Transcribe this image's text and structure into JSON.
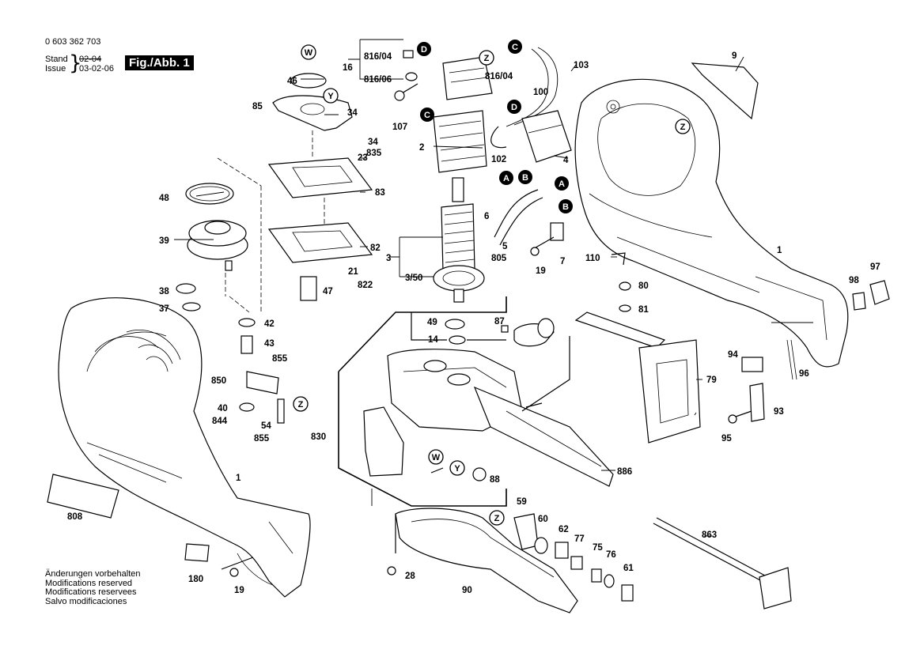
{
  "header": {
    "part_number": "0 603 362 703",
    "stand_label": "Stand",
    "issue_label": "Issue",
    "old_date": "02-04",
    "date": "03-02-06",
    "figure_label": "Fig./Abb. 1"
  },
  "notes": [
    "Änderungen vorbehalten",
    "Modifications reserved",
    "Modifications reservees",
    "Salvo modificaciones"
  ],
  "callouts": {
    "p1a": "1",
    "p1b": "1",
    "p2": "2",
    "p3": "3",
    "p3_50": "3/50",
    "p4": "4",
    "p5": "5",
    "p6": "6",
    "p7": "7",
    "p9": "9",
    "p14": "14",
    "p16": "16",
    "p19a": "19",
    "p19b": "19",
    "p21": "21",
    "p23": "23",
    "p28": "28",
    "p34a": "34",
    "p34b": "34",
    "p37": "37",
    "p38": "38",
    "p39": "39",
    "p40": "40",
    "p42": "42",
    "p43": "43",
    "p46": "46",
    "p47": "47",
    "p48": "48",
    "p49": "49",
    "p54": "54",
    "p59": "59",
    "p60": "60",
    "p61": "61",
    "p62": "62",
    "p75": "75",
    "p76": "76",
    "p77": "77",
    "p79": "79",
    "p80": "80",
    "p81": "81",
    "p82": "82",
    "p83": "83",
    "p85": "85",
    "p87": "87",
    "p88": "88",
    "p90": "90",
    "p93": "93",
    "p94": "94",
    "p95": "95",
    "p96": "96",
    "p97": "97",
    "p98": "98",
    "p100": "100",
    "p102": "102",
    "p103": "103",
    "p107": "107",
    "p110": "110",
    "p180": "180",
    "p805": "805",
    "p808": "808",
    "p816_04a": "816/04",
    "p816_04b": "816/04",
    "p816_06": "816/06",
    "p822": "822",
    "p830": "830",
    "p835": "835",
    "p844": "844",
    "p850": "850",
    "p855a": "855",
    "p855b": "855",
    "p863": "863",
    "p886": "886"
  },
  "markers": {
    "W": "W",
    "Y": "Y",
    "Z": "Z",
    "A": "A",
    "B": "B",
    "C": "C",
    "D": "D"
  }
}
